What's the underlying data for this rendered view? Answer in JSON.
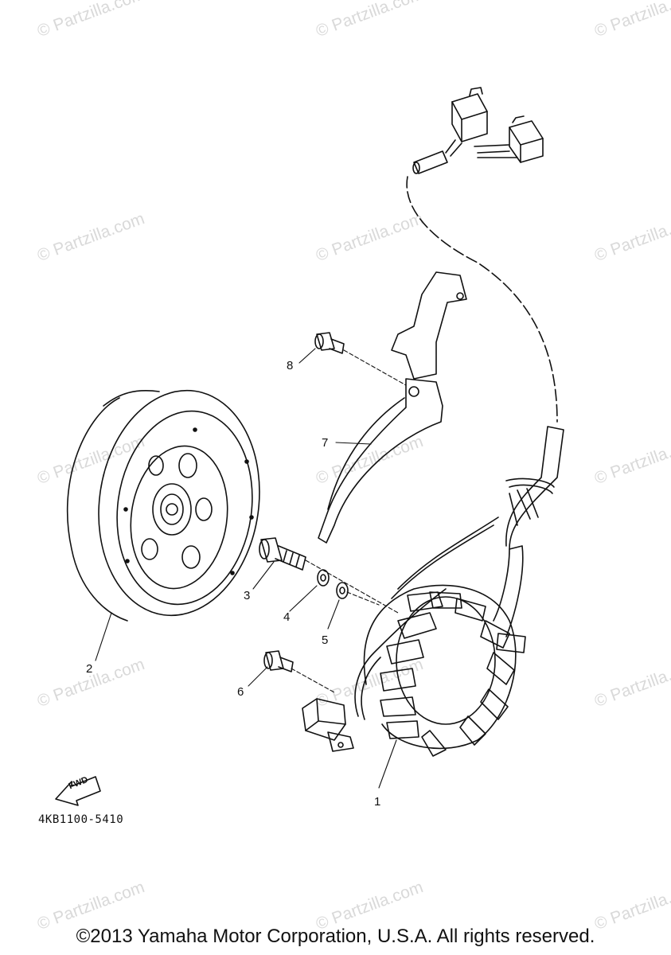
{
  "watermark": "© Partzilla.com",
  "diagram": {
    "part_code": "4KB1100-5410",
    "fwd_label": "FWD",
    "callouts": {
      "c1": "1",
      "c2": "2",
      "c3": "3",
      "c4": "4",
      "c5": "5",
      "c6": "6",
      "c7": "7",
      "c8": "8"
    }
  },
  "footer": {
    "copyright": "©2013 Yamaha Motor Corporation, U.S.A. All rights reserved."
  }
}
